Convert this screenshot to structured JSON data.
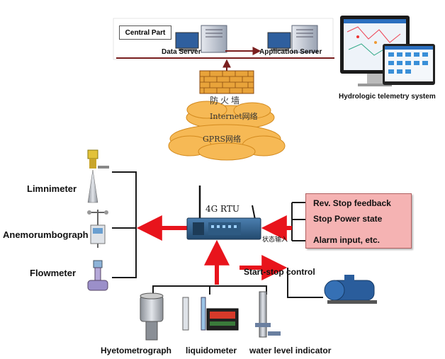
{
  "central": {
    "label": "Central Part"
  },
  "servers": {
    "data_server": "Data Server",
    "app_server": "Application Server"
  },
  "telemetry": {
    "label": "Hydrologic telemetry system"
  },
  "firewall": {
    "label": "防火墙"
  },
  "clouds": {
    "internet": "Internet网络",
    "gprs": "GPRS网络"
  },
  "rtu": {
    "label": "4G RTU",
    "status_port": "状态输入"
  },
  "status_inputs": [
    "Rev. Stop feedback",
    "Stop Power state",
    "Alarm input, etc."
  ],
  "control": {
    "label": "Start-stop control"
  },
  "sensors_left": [
    "Limnimeter",
    "Anemorumbograph",
    "Flowmeter"
  ],
  "sensors_bottom": [
    "Hyetometrograph",
    "liquidometer",
    "water level indicator"
  ],
  "colors": {
    "arrow": "#e8141c",
    "line": "#1a1a1a",
    "server_bar": "#7a1f1f",
    "cloud": "#f6b955",
    "brick": "#e8a33a",
    "status_box": "#f5b3b3"
  }
}
